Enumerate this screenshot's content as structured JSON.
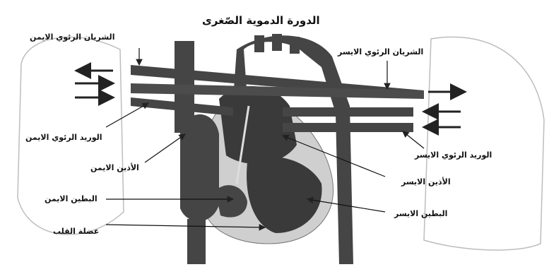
{
  "title": "الدورة الدموية الصّغرى",
  "labels": {
    "right_pulmonary_artery": "الشريان الرئوي الايمن",
    "left_pulmonary_artery": "الشريان الرئوي الايسر",
    "right_pulmonary_vein": "الوريد الرئوي الايمن",
    "left_pulmonary_vein": "الوريد الرئوي الايسر",
    "right_atrium": "الأذين الايمن",
    "left_atrium": "الأذين الايسر",
    "right_ventricle": "البطين الايمن",
    "left_ventricle": "البطين الايسر",
    "heart_muscle": "عضلة القلب"
  },
  "colors": {
    "vessel": "#454545",
    "heart_dark": "#3a3a3a",
    "muscle": "#cfcfcf",
    "lung_outline": "#bdbdbd",
    "text": "#111111"
  }
}
